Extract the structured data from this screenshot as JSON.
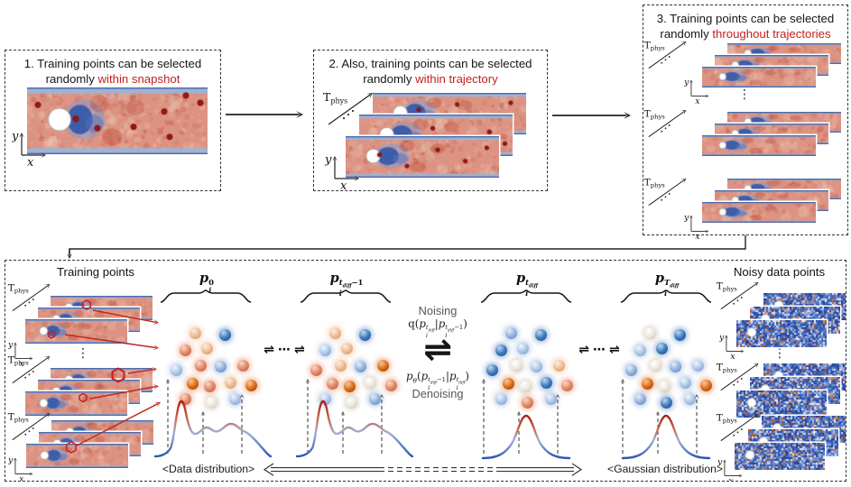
{
  "colors": {
    "accent_red": "#c4211f",
    "text": "#1a1a1a",
    "muted_gray": "#555555",
    "flow_base": "#dd9383",
    "wake_blue": "#2f55a8",
    "noise_blue": "#3f66b8",
    "distribution_top_red": "#a81f12",
    "distribution_bottom_blue": "#2f55b2"
  },
  "top_row": {
    "boxes": [
      {
        "line1": "1. Training points can be selected",
        "line2_prefix": "randomly",
        "line2_red": "within snapshot"
      },
      {
        "line1": "2. Also, training points can be selected",
        "line2_prefix": "randomly",
        "line2_red": "within trajectory"
      },
      {
        "line1": "3. Training points can be selected",
        "line2_prefix": "randomly",
        "line2_red": "throughout trajectories"
      }
    ]
  },
  "axes": {
    "x_label": "x",
    "y_label": "y",
    "time_label": "T",
    "time_sub": "phys"
  },
  "bottom_panel": {
    "training_heading": "Training points",
    "noisy_heading": "Noisy data points",
    "noising_label": "Noising",
    "denoising_label": "Denoising",
    "data_distribution_label": "<Data distribution>",
    "gaussian_distribution_label": "<Gaussian distribution>",
    "symbols": {
      "reversible": "⇌",
      "cdots": "⋯",
      "vdots": "⋮"
    },
    "cluster_labels": [
      [
        {
          "text": "p",
          "italic": true,
          "sub": "i",
          "sup": [
            {
              "text": "0"
            }
          ]
        }
      ],
      [
        {
          "text": "p",
          "italic": true,
          "sub": "i",
          "sup": [
            {
              "text": "t",
              "italic": true,
              "sub": "diff"
            },
            {
              "text": "−1"
            }
          ]
        }
      ],
      [
        {
          "text": "p",
          "italic": true,
          "sub": "i",
          "sup": [
            {
              "text": "t",
              "italic": true,
              "sub": "diff"
            }
          ]
        }
      ],
      [
        {
          "text": "p",
          "italic": true,
          "sub": "i",
          "sup": [
            {
              "text": "T",
              "italic": true,
              "sub": "diff"
            }
          ]
        }
      ]
    ],
    "noising_eq": [
      {
        "text": "q(",
        "italic": false
      },
      {
        "text": "p",
        "italic": true,
        "sub": "i",
        "sup": [
          {
            "text": "t",
            "italic": true,
            "sub": "diff"
          }
        ]
      },
      {
        "text": "|"
      },
      {
        "text": "p",
        "italic": true,
        "sub": "i",
        "sup": [
          {
            "text": "t",
            "italic": true,
            "sub": "diff"
          },
          {
            "text": "−1"
          }
        ]
      },
      {
        "text": ")"
      }
    ],
    "denoising_eq": [
      {
        "text": "p",
        "italic": true,
        "sub": "θ"
      },
      {
        "text": "("
      },
      {
        "text": "p",
        "italic": true,
        "sub": "i",
        "sup": [
          {
            "text": "t",
            "italic": true,
            "sub": "diff"
          },
          {
            "text": "−1"
          }
        ]
      },
      {
        "text": "|"
      },
      {
        "text": "p",
        "italic": true,
        "sub": "i",
        "sup": [
          {
            "text": "t",
            "italic": true,
            "sub": "diff"
          }
        ]
      },
      {
        "text": ")"
      }
    ],
    "clusters": [
      {
        "name": "data-points",
        "spheres": [
          "peach",
          "blue",
          "salmon",
          "peach",
          "lightblue",
          "salmon",
          "steel",
          "salmon",
          "orange",
          "salmon",
          "peach",
          "orange",
          "salmon",
          "white",
          "lightblue"
        ]
      },
      {
        "name": "partially-noised-points",
        "spheres": [
          "peach",
          "blue",
          "lightblue",
          "peach",
          "salmon",
          "peach",
          "steel",
          "orange",
          "salmon",
          "orange",
          "white",
          "salmon",
          "lightblue",
          "white",
          "steel"
        ]
      },
      {
        "name": "noised-points",
        "spheres": [
          "steel",
          "blue",
          "blue",
          "lightblue",
          "blue",
          "white",
          "lightblue",
          "peach",
          "orange",
          "white",
          "blue",
          "salmon",
          "lightblue",
          "salmon",
          "lightblue"
        ]
      },
      {
        "name": "gaussian-points",
        "spheres": [
          "white",
          "blue",
          "lightblue",
          "blue",
          "steel",
          "white",
          "steel",
          "lightblue",
          "orange",
          "white",
          "lightblue",
          "orange",
          "steel",
          "blue",
          "lightblue"
        ]
      }
    ]
  }
}
